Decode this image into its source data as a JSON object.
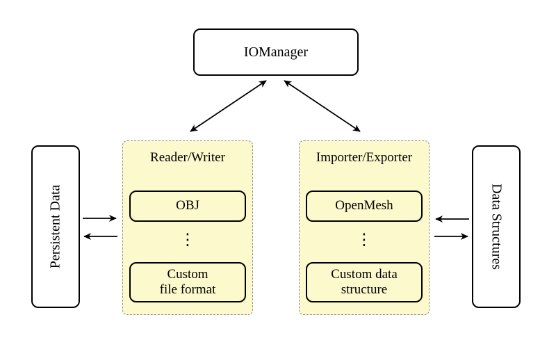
{
  "colors": {
    "background": "#ffffff",
    "group_fill": "#fcf9cd",
    "group_border": "#8e8e8e",
    "node_fill": "#ffffff",
    "line": "#000000"
  },
  "nodes": {
    "iomanager": "IOManager",
    "persistent_data": "Persistent Data",
    "data_structures": "Data Structures"
  },
  "groups": {
    "reader_writer": {
      "title": "Reader/Writer",
      "top_item": "OBJ",
      "ellipsis": "⋮",
      "bottom_item": "Custom\nfile format"
    },
    "importer_exporter": {
      "title": "Importer/Exporter",
      "top_item": "OpenMesh",
      "ellipsis": "⋮",
      "bottom_item": "Custom data\nstructure"
    }
  }
}
